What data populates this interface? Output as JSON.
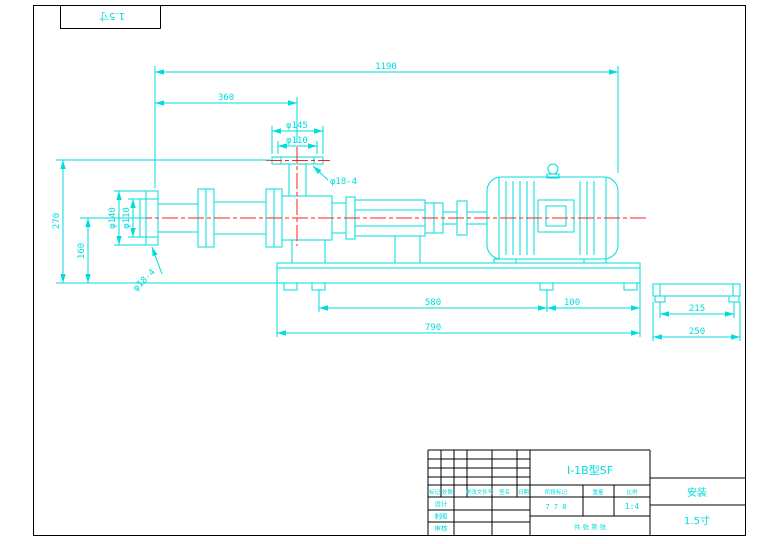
{
  "colors": {
    "line": "#00dcdc",
    "centerline": "#ff2020",
    "frame": "#000000",
    "background": "#ffffff"
  },
  "corner": {
    "label": "1.5寸"
  },
  "dims": {
    "overall": "1190",
    "left_span": "360",
    "top_flange_od": "φ145",
    "top_flange_bc": "φ110",
    "top_holes": "φ18-4",
    "height_total": "270",
    "height_center": "160",
    "left_flange_od": "φ140",
    "left_flange_bc": "φ110",
    "left_holes": "φ18-4",
    "foot_span": "580",
    "motor_offset": "100",
    "base_length": "790",
    "end_foot_span": "215",
    "end_width": "250"
  },
  "title_block": {
    "model": "I-1B型SF",
    "install": "安装",
    "size": "1.5寸",
    "rev_headers": [
      "标记",
      "处数",
      "更改文件号",
      "签名",
      "日期"
    ],
    "roles": [
      "设计",
      "制图",
      "审核"
    ],
    "stage": "阶段标记",
    "weight": "重量",
    "scale": "比例",
    "scale_value": "1:4",
    "date_value": "7 7 8",
    "sheet": "共 张 第 张"
  }
}
